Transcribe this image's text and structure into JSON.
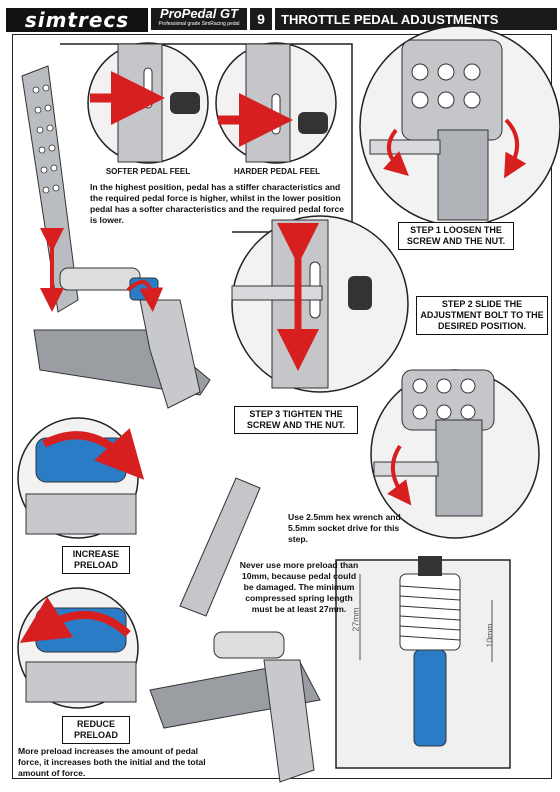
{
  "header": {
    "brand": "simtrecs",
    "model": "ProPedal GT",
    "model_sub": "Professional grade SimRacing pedal",
    "page_number": "9",
    "title": "THROTTLE PEDAL ADJUSTMENTS"
  },
  "feel": {
    "softer": "SOFTER PEDAL FEEL",
    "harder": "HARDER PEDAL FEEL",
    "description": "In the highest position, pedal has a stiffer characteristics and the required pedal force is higher, whilst in the lower position pedal has a softer characteristics and the required pedal force is lower."
  },
  "steps": {
    "step1": "STEP 1 LOOSEN THE SCREW AND THE NUT.",
    "step2": "STEP 2 SLIDE THE ADJUSTMENT BOLT TO THE DESIRED POSITION.",
    "step3": "STEP 3 TIGHTEN THE SCREW AND THE NUT.",
    "tool_note": "Use 2.5mm hex wrench and 5.5mm socket drive for this step."
  },
  "preload": {
    "increase": "INCREASE PRELOAD",
    "reduce": "REDUCE PRELOAD",
    "warning": "Never use more preload than 10mm, because pedal could be damaged. The minimum compressed spring length must be at least 27mm.",
    "dim_27": "27mm",
    "dim_10": "10mm",
    "note": "More preload increases the amount of pedal force, it increases both the initial and the total amount of force."
  },
  "colors": {
    "arrow_red": "#d81f1f",
    "spring_blue": "#2a7cc7",
    "metal_gray": "#b9bcc0"
  }
}
